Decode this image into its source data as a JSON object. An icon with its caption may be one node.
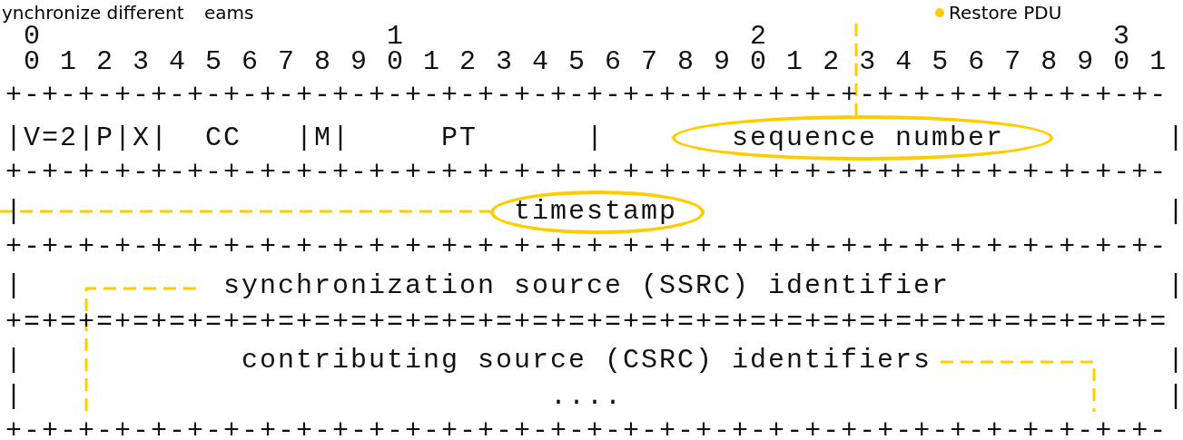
{
  "diagram": {
    "nodes": [
      {
        "text": [
          "sequence number"
        ]
      },
      {
        "text": [
          "timestamp"
        ]
      },
      {
        "text": [
          "synchronization source (SSRC) identifier"
        ]
      },
      {
        "text": [
          "contributing source (CSRC) identifiers"
        ]
      }
    ],
    "edges": [
      {
        "from": null,
        "to": 0,
        "arrow": "none",
        "style": "dashed"
      },
      {
        "from": null,
        "to": 1,
        "arrow": "none",
        "style": "dashed"
      },
      {
        "from": 2,
        "to": null,
        "arrow": "none",
        "style": "dashed"
      },
      {
        "from": 3,
        "to": null,
        "arrow": "none",
        "style": "dashed"
      }
    ],
    "labels": [
      "ynchronize different",
      "eams",
      "Restore PDU",
      "0",
      "1",
      "2",
      "3",
      "0 1 2 3 4 5 6 7 8 9 0 1 2 3 4 5 6 7 8 9 0 1 2 3 4 5 6 7 8 9 0 1",
      "+-+-+-+-+-+-+-+-+-+-+-+-+-+-+-+-+-+-+-+-+-+-+-+-+-+-+-+-+-+-+-+-",
      "|V=2|P|X|  CC   |M|     PT      |",
      "|",
      "+-+-+-+-+-+-+-+-+-+-+-+-+-+-+-+-+-+-+-+-+-+-+-+-+-+-+-+-+-+-+-+-",
      "|",
      "|",
      "+-+-+-+-+-+-+-+-+-+-+-+-+-+-+-+-+-+-+-+-+-+-+-+-+-+-+-+-+-+-+-+-",
      "|",
      "|",
      "+=+=+=+=+=+=+=+=+=+=+=+=+=+=+=+=+=+=+=+=+=+=+=+=+=+=+=+=+=+=+=+=",
      "|",
      "|",
      "|",
      "....",
      "|",
      "+-+-+-+-+-+-+-+-+-+-+-+-+-+-+-+-+-+-+-+-+-+-+-+-+-+-+-+-+-+-+-+-"
    ]
  }
}
